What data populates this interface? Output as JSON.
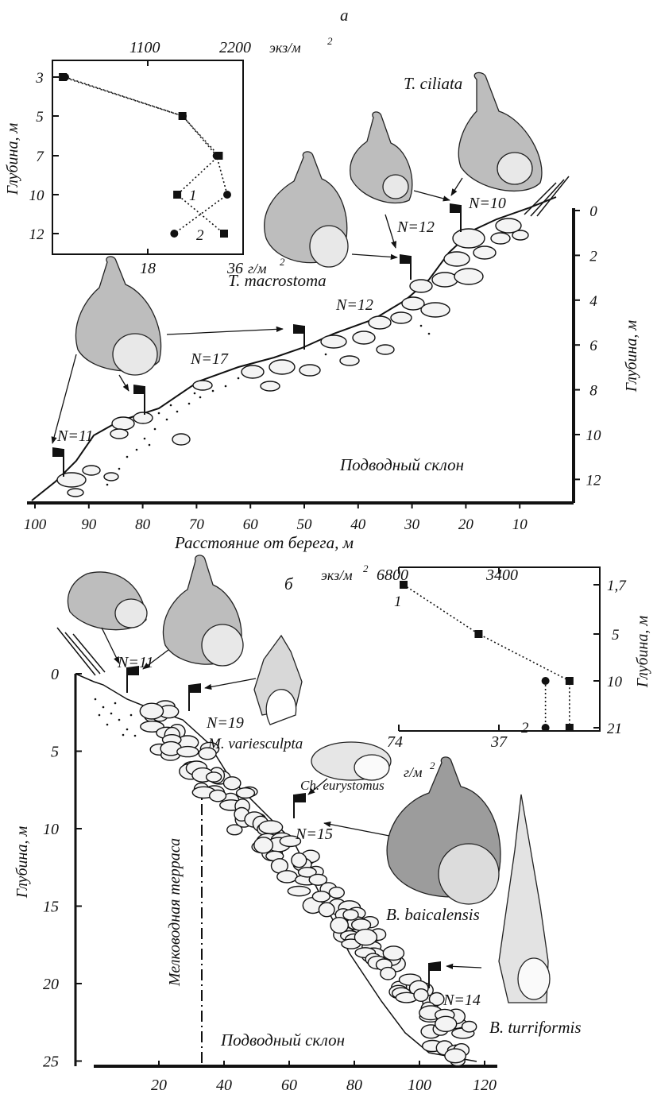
{
  "panel_a": {
    "letter": "а",
    "inset": {
      "top_axis_ticks": [
        "1100",
        "2200"
      ],
      "top_axis_unit": "экз/м",
      "bottom_axis_ticks": [
        "18",
        "36"
      ],
      "bottom_axis_unit": "г/м",
      "superscript": "2",
      "y_axis_label": "Глубина, м",
      "y_ticks": [
        "3",
        "5",
        "7",
        "10",
        "12"
      ],
      "series_labels": [
        "1",
        "2"
      ],
      "abundance_points": [
        {
          "depth": "3",
          "value": 120
        },
        {
          "depth": "5",
          "value": 1500
        },
        {
          "depth": "7",
          "value": 1920
        },
        {
          "depth": "10",
          "value": 1440
        },
        {
          "depth": "12",
          "value": 1980
        }
      ],
      "biomass_points": [
        {
          "depth": "3",
          "value": 2.4
        },
        {
          "depth": "5",
          "value": 24.6
        },
        {
          "depth": "7",
          "value": 31
        },
        {
          "depth": "10",
          "value": 33
        },
        {
          "depth": "12",
          "value": 23
        }
      ]
    },
    "species": [
      "T. ciliata",
      "T. macrostoma"
    ],
    "n_labels": [
      "N=10",
      "N=12",
      "N=12",
      "N=17",
      "N=11"
    ],
    "slope_label": "Подводный склон",
    "y_axis_label": "Глубина, м",
    "y_ticks": [
      "0",
      "2",
      "4",
      "6",
      "8",
      "10",
      "12"
    ],
    "x_axis_label": "Расстояние от берега, м",
    "x_ticks": [
      "100",
      "90",
      "80",
      "70",
      "60",
      "50",
      "40",
      "30",
      "20",
      "10"
    ]
  },
  "panel_b": {
    "letter": "б",
    "inset": {
      "top_axis_unit": "экз/м",
      "top_axis_ticks": [
        "6800",
        "3400"
      ],
      "bottom_axis_ticks": [
        "74",
        "37"
      ],
      "bottom_axis_unit": "г/м",
      "superscript": "2",
      "y_axis_label": "Глубина, м",
      "y_ticks": [
        "1,7",
        "5",
        "10",
        "21"
      ],
      "series_labels": [
        "1",
        "2"
      ],
      "abundance_points": [
        {
          "depth": "1,7",
          "value": 6800
        },
        {
          "depth": "5",
          "value": 4200
        },
        {
          "depth": "10",
          "value": 1050
        },
        {
          "depth": "21",
          "value": 1050
        }
      ],
      "biomass_points": [
        {
          "depth": "10",
          "value": 20
        },
        {
          "depth": "21",
          "value": 20
        }
      ]
    },
    "species": [
      "M. variesculpta",
      "Ch. eurystomus",
      "B. baicalensis",
      "B. turriformis"
    ],
    "n_labels": [
      "N=11",
      "N=19",
      "N=15",
      "N=14"
    ],
    "terrace_label": "Мелководная терраса",
    "slope_label": "Подводный склон",
    "y_axis_label": "Глубина, м",
    "y_ticks": [
      "0",
      "5",
      "10",
      "15",
      "20",
      "25"
    ],
    "x_ticks": [
      "20",
      "40",
      "60",
      "80",
      "100",
      "120"
    ]
  }
}
